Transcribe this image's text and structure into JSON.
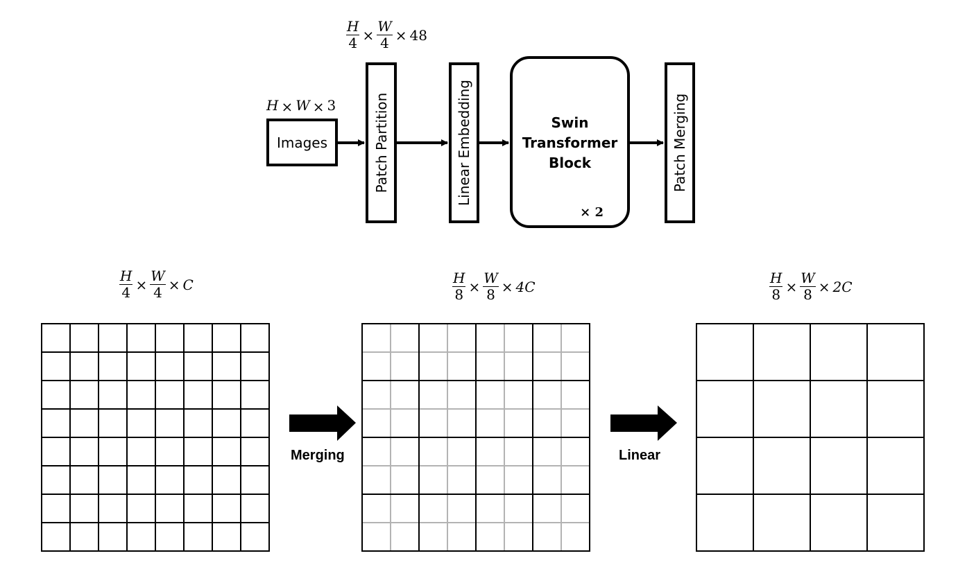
{
  "pipeline": {
    "images_label": "Images",
    "images_shape": {
      "prefix_H": "H",
      "times1": "×",
      "mid_W": "W",
      "times2": "×",
      "suffix": "3"
    },
    "patch_partition_label": "Patch Partition",
    "patch_partition_shape": {
      "num1": "H",
      "den1": "4",
      "times1": "×",
      "num2": "W",
      "den2": "4",
      "times2": "×",
      "suffix": "48"
    },
    "linear_embedding_label": "Linear Embedding",
    "swin_block": {
      "line1": "Swin",
      "line2": "Transformer",
      "line3": "Block",
      "repeat": "× 2"
    },
    "patch_merging_label": "Patch Merging"
  },
  "grids": {
    "left": {
      "shape": {
        "num1": "H",
        "den1": "4",
        "times1": "×",
        "num2": "W",
        "den2": "4",
        "times2": "×",
        "suffix": "C"
      }
    },
    "middle": {
      "shape": {
        "num1": "H",
        "den1": "8",
        "times1": "×",
        "num2": "W",
        "den2": "8",
        "times2": "×",
        "suffix": "4C"
      }
    },
    "right": {
      "shape": {
        "num1": "H",
        "den1": "8",
        "times1": "×",
        "num2": "W",
        "den2": "8",
        "times2": "×",
        "suffix": "2C"
      }
    }
  },
  "arrows": {
    "merging_label": "Merging",
    "linear_label": "Linear"
  },
  "colors": {
    "stroke": "#000000",
    "fine_grid": "#b3b3b3"
  }
}
